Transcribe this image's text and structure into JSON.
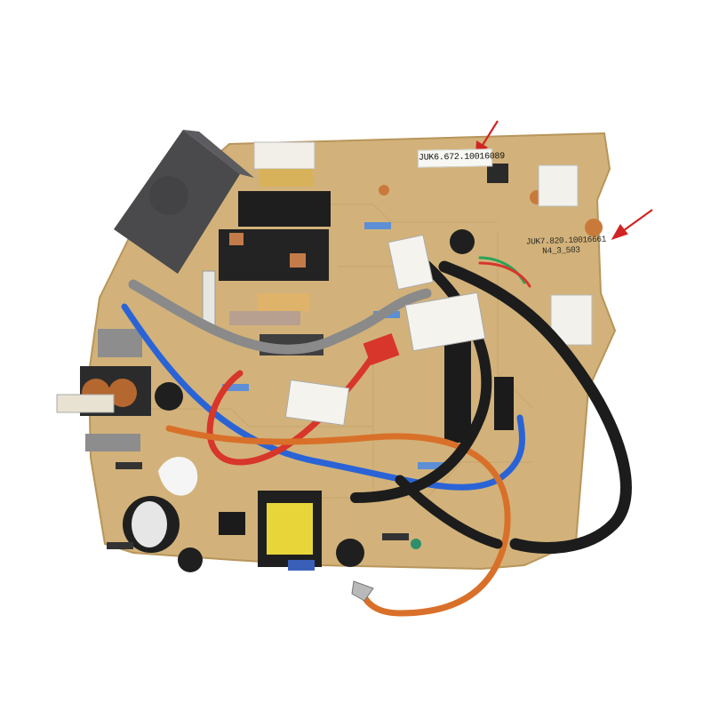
{
  "board": {
    "label_sticker_text": "JUK6.672.10016089",
    "silkscreen_line1": "JUK7.820.10016661",
    "silkscreen_line2": "N4_3_503"
  },
  "colors": {
    "board": "#d2b27a",
    "board_edge": "#b8955a",
    "annotation_arrow": "#d12424",
    "wire_black": "#1c1c1c",
    "wire_blue": "#2a63d6",
    "wire_red": "#d8352b",
    "wire_orange": "#d9702a",
    "wire_grey": "#8a8a8a",
    "relay_dark": "#3b3b3d",
    "transformer_yellow": "#e8d53a"
  },
  "icons": [
    "annotation-arrow-icon",
    "annotation-arrow-icon"
  ]
}
